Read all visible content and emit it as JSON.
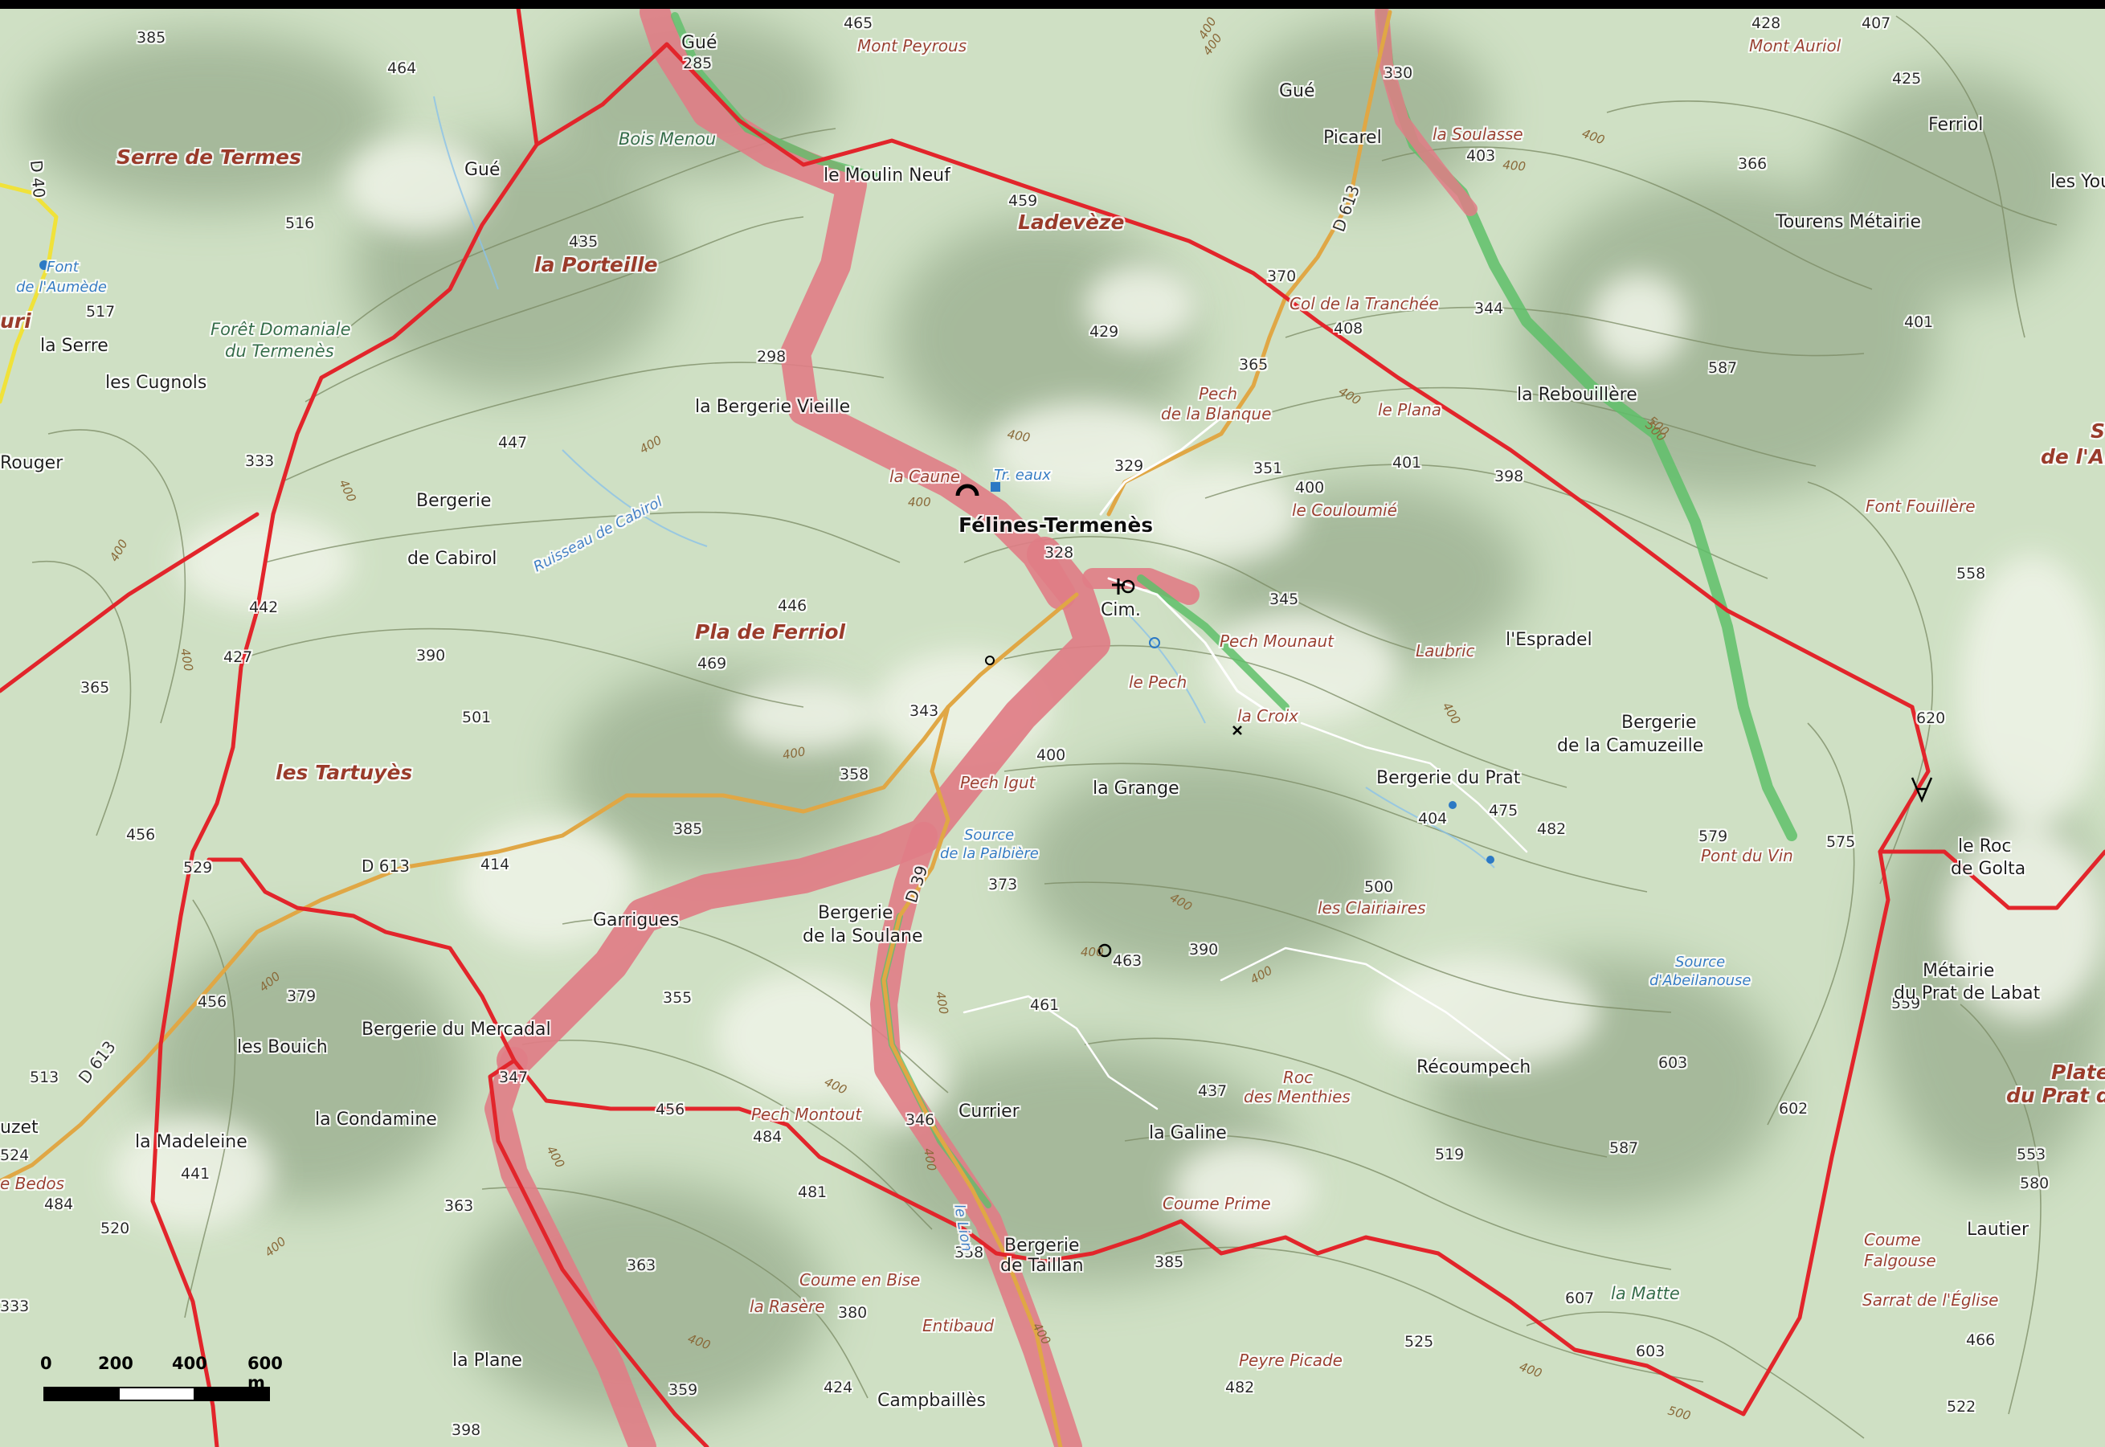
{
  "map": {
    "colors": {
      "land": "#cfe0c4",
      "shade": "#9fb394",
      "light": "#eef3e6",
      "border": "#e2252b",
      "road_yellow": "#e0a745",
      "road_lime": "#f0e23a",
      "riparian_pink": "#e07d86",
      "riparian_green": "#5fbf6a",
      "contour": "#7a8a63",
      "water_text": "#2c79c4",
      "locality_text": "#9a3a2c"
    },
    "place_labels": [
      {
        "id": "serre-de-termes",
        "text": "Serre de Termes",
        "kind": "bigloc"
      },
      {
        "id": "la-porteille",
        "text": "la Porteille",
        "kind": "bigloc"
      },
      {
        "id": "ladeveze",
        "text": "Ladevèze",
        "kind": "bigloc"
      },
      {
        "id": "pla-de-ferriol",
        "text": "Pla de Ferriol",
        "kind": "bigloc"
      },
      {
        "id": "les-tartuyes",
        "text": "les Tartuyès",
        "kind": "bigloc"
      },
      {
        "id": "serre-de-l-a",
        "text": "S",
        "kind": "bigloc"
      },
      {
        "id": "de-l-ar",
        "text": "de l'Ar",
        "kind": "bigloc"
      },
      {
        "id": "plateau",
        "text": "Plateau",
        "kind": "bigloc"
      },
      {
        "id": "du-prat-de",
        "text": "du Prat de",
        "kind": "bigloc"
      },
      {
        "id": "felines-termenes",
        "text": "Félines-Termenès",
        "kind": "town"
      },
      {
        "id": "gue-1",
        "text": "Gué",
        "kind": "place"
      },
      {
        "id": "gue-2",
        "text": "Gué",
        "kind": "place"
      },
      {
        "id": "gue-3",
        "text": "Gué",
        "kind": "place"
      },
      {
        "id": "picarel",
        "text": "Picarel",
        "kind": "place"
      },
      {
        "id": "ferriol",
        "text": "Ferriol",
        "kind": "place"
      },
      {
        "id": "les-you",
        "text": "les You",
        "kind": "place"
      },
      {
        "id": "tourens",
        "text": "Tourens Métairie",
        "kind": "place"
      },
      {
        "id": "la-serre",
        "text": "la Serre",
        "kind": "place"
      },
      {
        "id": "les-cugnols",
        "text": "les Cugnols",
        "kind": "place"
      },
      {
        "id": "rouger",
        "text": "Rouger",
        "kind": "place"
      },
      {
        "id": "bergerie-vieille",
        "text": "la Bergerie Vieille",
        "kind": "place"
      },
      {
        "id": "la-rebouillere",
        "text": "la Rebouillère",
        "kind": "place"
      },
      {
        "id": "bergerie-cabirol-1",
        "text": "Bergerie",
        "kind": "place"
      },
      {
        "id": "bergerie-cabirol-2",
        "text": "de Cabirol",
        "kind": "place"
      },
      {
        "id": "l-espradel",
        "text": "l'Espradel",
        "kind": "place"
      },
      {
        "id": "cim",
        "text": "Cim.",
        "kind": "place"
      },
      {
        "id": "camuzeille-1",
        "text": "Bergerie",
        "kind": "place"
      },
      {
        "id": "camuzeille-2",
        "text": "de la Camuzeille",
        "kind": "place"
      },
      {
        "id": "bergerie-du-prat",
        "text": "Bergerie du Prat",
        "kind": "place"
      },
      {
        "id": "la-grange",
        "text": "la Grange",
        "kind": "place"
      },
      {
        "id": "le-roc-1",
        "text": "le Roc",
        "kind": "place"
      },
      {
        "id": "le-roc-2",
        "text": "de Golta",
        "kind": "place"
      },
      {
        "id": "garrigues",
        "text": "Garrigues",
        "kind": "place"
      },
      {
        "id": "soulane-1",
        "text": "Bergerie",
        "kind": "place"
      },
      {
        "id": "soulane-2",
        "text": "de la Soulane",
        "kind": "place"
      },
      {
        "id": "metairie-1",
        "text": "Métairie",
        "kind": "place"
      },
      {
        "id": "metairie-2",
        "text": "du Prat de Labat",
        "kind": "place"
      },
      {
        "id": "les-bouich",
        "text": "les Bouich",
        "kind": "place"
      },
      {
        "id": "bergerie-mercadal",
        "text": "Bergerie du Mercadal",
        "kind": "place"
      },
      {
        "id": "recoumpech",
        "text": "Récoumpech",
        "kind": "place"
      },
      {
        "id": "la-condamine",
        "text": "la Condamine",
        "kind": "place"
      },
      {
        "id": "currier",
        "text": "Currier",
        "kind": "place"
      },
      {
        "id": "la-galine",
        "text": "la Galine",
        "kind": "place"
      },
      {
        "id": "la-madeleine",
        "text": "la Madeleine",
        "kind": "place"
      },
      {
        "id": "uzet",
        "text": "uzet",
        "kind": "place"
      },
      {
        "id": "lautier",
        "text": "Lautier",
        "kind": "place"
      },
      {
        "id": "taillan-1",
        "text": "Bergerie",
        "kind": "place"
      },
      {
        "id": "taillan-2",
        "text": "de Taillan",
        "kind": "place"
      },
      {
        "id": "la-plane",
        "text": "la Plane",
        "kind": "place"
      },
      {
        "id": "campbailles",
        "text": "Campbaillès",
        "kind": "place"
      },
      {
        "id": "le-moulin-neuf",
        "text": "le Moulin Neuf",
        "kind": "place"
      },
      {
        "id": "mont-peyrous",
        "text": "Mont Peyrous",
        "kind": "loc"
      },
      {
        "id": "mont-auriol",
        "text": "Mont Auriol",
        "kind": "loc"
      },
      {
        "id": "la-soulasse",
        "text": "la Soulasse",
        "kind": "loc"
      },
      {
        "id": "col-tranchee",
        "text": "Col de la Tranchée",
        "kind": "loc"
      },
      {
        "id": "pech-blanque-1",
        "text": "Pech",
        "kind": "loc"
      },
      {
        "id": "pech-blanque-2",
        "text": "de la Blanque",
        "kind": "loc"
      },
      {
        "id": "le-plana",
        "text": "le Plana",
        "kind": "loc"
      },
      {
        "id": "la-caune",
        "text": "la Caune",
        "kind": "loc"
      },
      {
        "id": "le-couloumie",
        "text": "le Couloumié",
        "kind": "loc"
      },
      {
        "id": "font-fouillere",
        "text": "Font Fouillère",
        "kind": "loc"
      },
      {
        "id": "pech-mounaut",
        "text": "Pech Mounaut",
        "kind": "loc"
      },
      {
        "id": "laubric",
        "text": "Laubric",
        "kind": "loc"
      },
      {
        "id": "le-pech",
        "text": "le Pech",
        "kind": "loc"
      },
      {
        "id": "la-croix",
        "text": "la Croix",
        "kind": "loc"
      },
      {
        "id": "pech-igut",
        "text": "Pech Igut",
        "kind": "loc"
      },
      {
        "id": "pont-du-vin",
        "text": "Pont du Vin",
        "kind": "loc"
      },
      {
        "id": "les-clairiaires",
        "text": "les Clairiaires",
        "kind": "loc"
      },
      {
        "id": "roc-menthies-1",
        "text": "Roc",
        "kind": "loc"
      },
      {
        "id": "roc-menthies-2",
        "text": "des Menthies",
        "kind": "loc"
      },
      {
        "id": "pech-montout",
        "text": "Pech Montout",
        "kind": "loc"
      },
      {
        "id": "coume-prime",
        "text": "Coume Prime",
        "kind": "loc"
      },
      {
        "id": "coume-falgouse-1",
        "text": "Coume",
        "kind": "loc"
      },
      {
        "id": "coume-falgouse-2",
        "text": "Falgouse",
        "kind": "loc"
      },
      {
        "id": "sarrat-eglise",
        "text": "Sarrat de l'Église",
        "kind": "loc"
      },
      {
        "id": "coume-en-bise",
        "text": "Coume en Bise",
        "kind": "loc"
      },
      {
        "id": "la-rasere",
        "text": "la Rasère",
        "kind": "loc"
      },
      {
        "id": "entibaud",
        "text": "Entibaud",
        "kind": "loc"
      },
      {
        "id": "peyre-picade",
        "text": "Peyre Picade",
        "kind": "loc"
      },
      {
        "id": "bedos",
        "text": "e Bedos",
        "kind": "loc"
      },
      {
        "id": "bois-menou",
        "text": "Bois Menou",
        "kind": "forest"
      },
      {
        "id": "foret-1",
        "text": "Forêt Domaniale",
        "kind": "forest"
      },
      {
        "id": "foret-2",
        "text": "du Termenès",
        "kind": "forest"
      },
      {
        "id": "la-matte",
        "text": "la Matte",
        "kind": "forest"
      },
      {
        "id": "font-aumede-1",
        "text": "Font",
        "kind": "water"
      },
      {
        "id": "font-aumede-2",
        "text": "de l'Aumède",
        "kind": "water"
      },
      {
        "id": "tr-eaux",
        "text": "Tr. eaux",
        "kind": "water"
      },
      {
        "id": "ruisseau-cabirol",
        "text": "Ruisseau de Cabirol",
        "kind": "water"
      },
      {
        "id": "source-palbiere-1",
        "text": "Source",
        "kind": "water"
      },
      {
        "id": "source-palbiere-2",
        "text": "de la Palbière",
        "kind": "water"
      },
      {
        "id": "source-abeilanouse-1",
        "text": "Source",
        "kind": "water"
      },
      {
        "id": "source-abeilanouse-2",
        "text": "d'Abeilanouse",
        "kind": "water"
      },
      {
        "id": "le-lion",
        "text": "le Lion",
        "kind": "water"
      },
      {
        "id": "uri",
        "text": "uri",
        "kind": "partial"
      }
    ],
    "road_labels": [
      {
        "id": "d40",
        "text": "D 40"
      },
      {
        "id": "d613-n",
        "text": "D 613"
      },
      {
        "id": "d613-mid",
        "text": "D 613"
      },
      {
        "id": "d613-sw",
        "text": "D 613"
      },
      {
        "id": "d39",
        "text": "D 39"
      }
    ],
    "spot_elevations": [
      {
        "id": "e385a",
        "text": "385"
      },
      {
        "id": "e464",
        "text": "464"
      },
      {
        "id": "e465",
        "text": "465"
      },
      {
        "id": "e285",
        "text": "285"
      },
      {
        "id": "e428",
        "text": "428"
      },
      {
        "id": "e407",
        "text": "407"
      },
      {
        "id": "e425",
        "text": "425"
      },
      {
        "id": "e330",
        "text": "330"
      },
      {
        "id": "e403",
        "text": "403"
      },
      {
        "id": "e366",
        "text": "366"
      },
      {
        "id": "e459",
        "text": "459"
      },
      {
        "id": "e516",
        "text": "516"
      },
      {
        "id": "e435",
        "text": "435"
      },
      {
        "id": "e370",
        "text": "370"
      },
      {
        "id": "e517",
        "text": "517"
      },
      {
        "id": "e344",
        "text": "344"
      },
      {
        "id": "e408",
        "text": "408"
      },
      {
        "id": "e401a",
        "text": "401"
      },
      {
        "id": "e429",
        "text": "429"
      },
      {
        "id": "e298",
        "text": "298"
      },
      {
        "id": "e365a",
        "text": "365"
      },
      {
        "id": "e587a",
        "text": "587"
      },
      {
        "id": "e447",
        "text": "447"
      },
      {
        "id": "e333a",
        "text": "333"
      },
      {
        "id": "e329",
        "text": "329"
      },
      {
        "id": "e351",
        "text": "351"
      },
      {
        "id": "e401b",
        "text": "401"
      },
      {
        "id": "e398a",
        "text": "398"
      },
      {
        "id": "e400a",
        "text": "400"
      },
      {
        "id": "e328",
        "text": "328"
      },
      {
        "id": "e558",
        "text": "558"
      },
      {
        "id": "e345",
        "text": "345"
      },
      {
        "id": "e442",
        "text": "442"
      },
      {
        "id": "e446",
        "text": "446"
      },
      {
        "id": "e427",
        "text": "427"
      },
      {
        "id": "e390a",
        "text": "390"
      },
      {
        "id": "e469",
        "text": "469"
      },
      {
        "id": "e365b",
        "text": "365"
      },
      {
        "id": "e501",
        "text": "501"
      },
      {
        "id": "e343",
        "text": "343"
      },
      {
        "id": "e620",
        "text": "620"
      },
      {
        "id": "e400b",
        "text": "400"
      },
      {
        "id": "e358a",
        "text": "358"
      },
      {
        "id": "e475",
        "text": "475"
      },
      {
        "id": "e404",
        "text": "404"
      },
      {
        "id": "e482a",
        "text": "482"
      },
      {
        "id": "e579",
        "text": "579"
      },
      {
        "id": "e575",
        "text": "575"
      },
      {
        "id": "e456a",
        "text": "456"
      },
      {
        "id": "e385b",
        "text": "385"
      },
      {
        "id": "e529",
        "text": "529"
      },
      {
        "id": "e414",
        "text": "414"
      },
      {
        "id": "e373",
        "text": "373"
      },
      {
        "id": "e500",
        "text": "500"
      },
      {
        "id": "e463",
        "text": "463"
      },
      {
        "id": "e390b",
        "text": "390"
      },
      {
        "id": "e355",
        "text": "355"
      },
      {
        "id": "e456b",
        "text": "456"
      },
      {
        "id": "e379",
        "text": "379"
      },
      {
        "id": "e461",
        "text": "461"
      },
      {
        "id": "e559",
        "text": "559"
      },
      {
        "id": "e513",
        "text": "513"
      },
      {
        "id": "e347",
        "text": "347"
      },
      {
        "id": "e603a",
        "text": "603"
      },
      {
        "id": "e437",
        "text": "437"
      },
      {
        "id": "e456c",
        "text": "456"
      },
      {
        "id": "e484a",
        "text": "484"
      },
      {
        "id": "e346",
        "text": "346"
      },
      {
        "id": "e602",
        "text": "602"
      },
      {
        "id": "e524",
        "text": "524"
      },
      {
        "id": "e441",
        "text": "441"
      },
      {
        "id": "e587b",
        "text": "587"
      },
      {
        "id": "e519",
        "text": "519"
      },
      {
        "id": "e553",
        "text": "553"
      },
      {
        "id": "e484b",
        "text": "484"
      },
      {
        "id": "e481",
        "text": "481"
      },
      {
        "id": "e580",
        "text": "580"
      },
      {
        "id": "e363a",
        "text": "363"
      },
      {
        "id": "e520",
        "text": "520"
      },
      {
        "id": "e358b",
        "text": "358"
      },
      {
        "id": "e385c",
        "text": "385"
      },
      {
        "id": "e363b",
        "text": "363"
      },
      {
        "id": "e380",
        "text": "380"
      },
      {
        "id": "e607",
        "text": "607"
      },
      {
        "id": "e333b",
        "text": "333"
      },
      {
        "id": "e525",
        "text": "525"
      },
      {
        "id": "e466",
        "text": "466"
      },
      {
        "id": "e603b",
        "text": "603"
      },
      {
        "id": "e424",
        "text": "424"
      },
      {
        "id": "e482b",
        "text": "482"
      },
      {
        "id": "e359",
        "text": "359"
      },
      {
        "id": "e522",
        "text": "522"
      },
      {
        "id": "e398b",
        "text": "398"
      }
    ],
    "contour_labels": [
      {
        "id": "c1",
        "text": "400"
      },
      {
        "id": "c2",
        "text": "400"
      },
      {
        "id": "c3",
        "text": "400"
      },
      {
        "id": "c4",
        "text": "400"
      },
      {
        "id": "c5",
        "text": "400"
      },
      {
        "id": "c6",
        "text": "400"
      },
      {
        "id": "c7",
        "text": "500"
      },
      {
        "id": "c8",
        "text": "400"
      },
      {
        "id": "c9",
        "text": "400"
      },
      {
        "id": "c10",
        "text": "400"
      },
      {
        "id": "c11",
        "text": "400"
      },
      {
        "id": "c12",
        "text": "400"
      },
      {
        "id": "c13",
        "text": "400"
      },
      {
        "id": "c14",
        "text": "400"
      },
      {
        "id": "c15",
        "text": "400"
      },
      {
        "id": "c16",
        "text": "400"
      },
      {
        "id": "c17",
        "text": "400"
      },
      {
        "id": "c18",
        "text": "400"
      },
      {
        "id": "c19",
        "text": "400"
      },
      {
        "id": "c20",
        "text": "400"
      },
      {
        "id": "c21",
        "text": "400"
      },
      {
        "id": "c22",
        "text": "400"
      },
      {
        "id": "c23",
        "text": "400"
      },
      {
        "id": "c24",
        "text": "500"
      },
      {
        "id": "c25",
        "text": "400"
      },
      {
        "id": "c26",
        "text": "400"
      },
      {
        "id": "c27",
        "text": "400"
      },
      {
        "id": "c28",
        "text": "500"
      }
    ],
    "scale_bar": {
      "ticks": [
        "0",
        "200",
        "400",
        "600 m"
      ]
    }
  }
}
